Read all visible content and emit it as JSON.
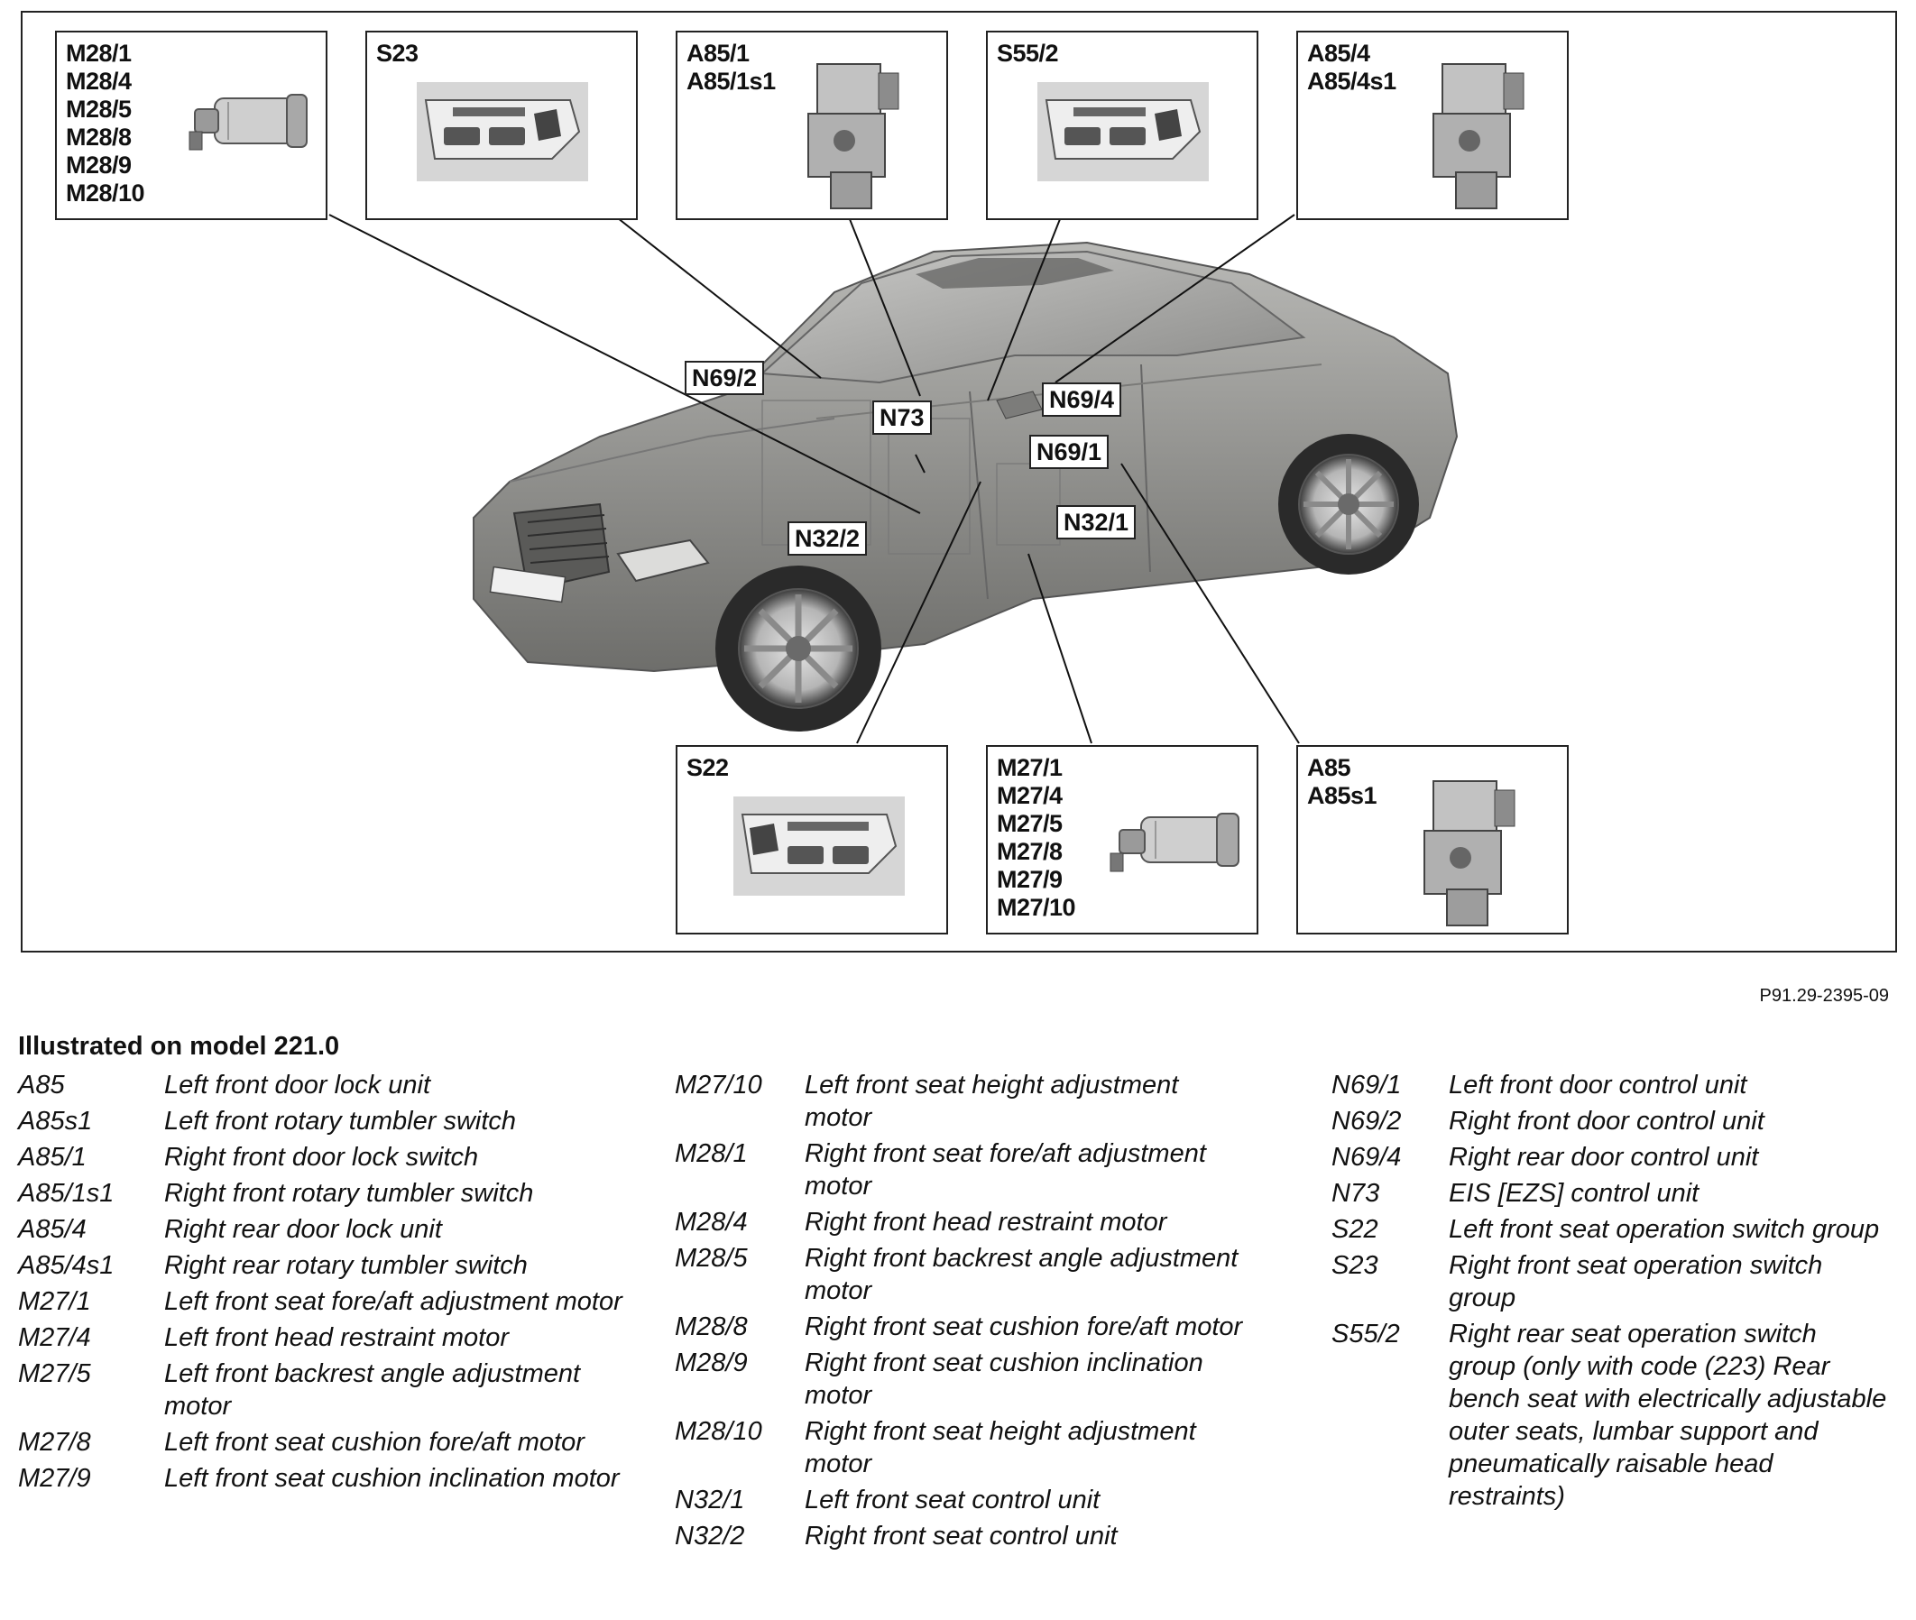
{
  "diagram": {
    "callouts": [
      {
        "id": "seat-motor-right",
        "labels": [
          "M28/1",
          "M28/4",
          "M28/5",
          "M28/8",
          "M28/9",
          "M28/10"
        ],
        "image": "seat-motor-icon"
      },
      {
        "id": "s23",
        "labels": [
          "S23"
        ],
        "image": "seat-switch-panel-icon"
      },
      {
        "id": "a85-1",
        "labels": [
          "A85/1",
          "A85/1s1"
        ],
        "image": "door-lock-unit-icon"
      },
      {
        "id": "s55-2",
        "labels": [
          "S55/2"
        ],
        "image": "seat-switch-panel-icon"
      },
      {
        "id": "a85-4",
        "labels": [
          "A85/4",
          "A85/4s1"
        ],
        "image": "door-lock-unit-icon"
      },
      {
        "id": "s22",
        "labels": [
          "S22"
        ],
        "image": "seat-switch-panel-icon"
      },
      {
        "id": "seat-motor-left",
        "labels": [
          "M27/1",
          "M27/4",
          "M27/5",
          "M27/8",
          "M27/9",
          "M27/10"
        ],
        "image": "seat-motor-icon"
      },
      {
        "id": "a85",
        "labels": [
          "A85",
          "A85s1"
        ],
        "image": "door-lock-unit-icon"
      }
    ],
    "car_labels": [
      "N69/2",
      "N73",
      "N69/4",
      "N69/1",
      "N32/2",
      "N32/1"
    ],
    "figure_code": "P91.29-2395-09"
  },
  "legend": {
    "title": "Illustrated on model 221.0",
    "columns": [
      [
        {
          "code": "A85",
          "desc": "Left front door lock unit"
        },
        {
          "code": "A85s1",
          "desc": "Left front rotary tumbler switch"
        },
        {
          "code": "A85/1",
          "desc": "Right front door lock switch"
        },
        {
          "code": "A85/1s1",
          "desc": "Right front rotary tumbler switch"
        },
        {
          "code": "A85/4",
          "desc": "Right rear door lock unit"
        },
        {
          "code": "A85/4s1",
          "desc": "Right rear rotary tumbler switch"
        },
        {
          "code": "M27/1",
          "desc": "Left front seat fore/aft adjustment motor"
        },
        {
          "code": "M27/4",
          "desc": "Left front head restraint motor"
        },
        {
          "code": "M27/5",
          "desc": "Left front backrest angle adjustment motor"
        },
        {
          "code": "M27/8",
          "desc": "Left front seat cushion fore/aft motor"
        },
        {
          "code": "M27/9",
          "desc": "Left front seat cushion inclination motor"
        }
      ],
      [
        {
          "code": "M27/10",
          "desc": "Left front seat height adjustment motor"
        },
        {
          "code": "M28/1",
          "desc": "Right front seat fore/aft adjustment motor"
        },
        {
          "code": "M28/4",
          "desc": "Right front head restraint motor"
        },
        {
          "code": "M28/5",
          "desc": "Right front backrest angle adjustment motor"
        },
        {
          "code": "M28/8",
          "desc": "Right front seat cushion fore/aft motor"
        },
        {
          "code": "M28/9",
          "desc": "Right front seat cushion inclination motor"
        },
        {
          "code": "M28/10",
          "desc": "Right front seat height adjustment motor"
        },
        {
          "code": "N32/1",
          "desc": "Left front seat control unit"
        },
        {
          "code": "N32/2",
          "desc": "Right front seat control unit"
        }
      ],
      [
        {
          "code": "N69/1",
          "desc": "Left front door control unit"
        },
        {
          "code": "N69/2",
          "desc": "Right front door control unit"
        },
        {
          "code": "N69/4",
          "desc": "Right rear door control unit"
        },
        {
          "code": "N73",
          "desc": "EIS [EZS] control unit"
        },
        {
          "code": "S22",
          "desc": "Left front seat operation switch group"
        },
        {
          "code": "S23",
          "desc": "Right front seat operation switch group"
        },
        {
          "code": "S55/2",
          "desc": "Right rear seat operation switch group (only with code (223) Rear bench seat with electrically adjustable outer seats, lumbar support and pneumatically raisable head restraints)"
        }
      ]
    ]
  }
}
